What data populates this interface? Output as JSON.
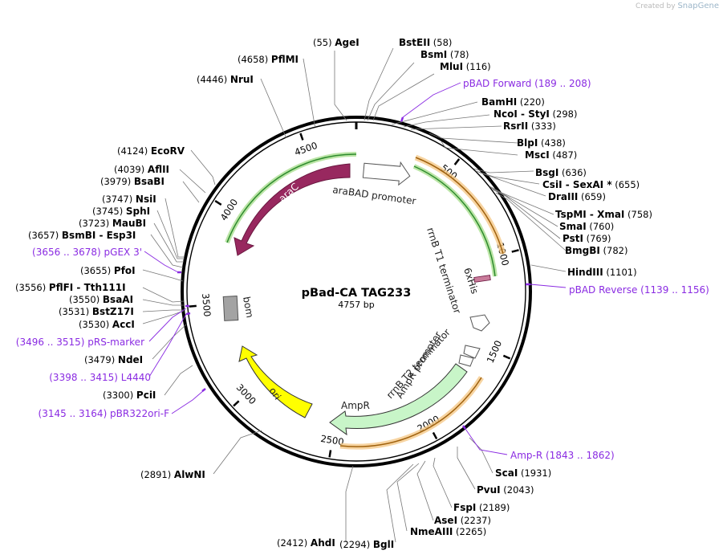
{
  "watermark": {
    "created_by": "Created by",
    "brand": "SnapGene"
  },
  "plasmid": {
    "name": "pBad-CA TAG233",
    "length_label": "4757 bp",
    "length": 4757
  },
  "scale_ticks": [
    "500",
    "1000",
    "1500",
    "2000",
    "2500",
    "3000",
    "3500",
    "4000",
    "4500"
  ],
  "features": [
    {
      "name": "araC",
      "color": "#98285f",
      "label": "araC"
    },
    {
      "name": "araBAD promoter",
      "color": "#ffffff",
      "label": "araBAD promoter"
    },
    {
      "name": "rrnB T1 terminator",
      "color": "#ffffff",
      "label": "rrnB T1 terminator"
    },
    {
      "name": "6xHis",
      "color": "#c97b9a",
      "label": "6xHis"
    },
    {
      "name": "rrnB T2 terminator",
      "color": "#ffffff",
      "label": "rrnB T2 terminator"
    },
    {
      "name": "AmpR promoter",
      "color": "#ffffff",
      "label": "AmpR promoter"
    },
    {
      "name": "AmpR",
      "color": "#c8f5c8",
      "label": "AmpR"
    },
    {
      "name": "ori",
      "color": "#ffff00",
      "label": "ori"
    },
    {
      "name": "bom",
      "color": "#9e9e9e",
      "label": "bom"
    }
  ],
  "sites": [
    {
      "name": "AgeI",
      "pos": "(55)"
    },
    {
      "name": "BstEII",
      "pos": "(58)"
    },
    {
      "name": "BsmI",
      "pos": "(78)"
    },
    {
      "name": "MluI",
      "pos": "(116)"
    },
    {
      "name": "BamHI",
      "pos": "(220)"
    },
    {
      "name": "NcoI",
      "name2": "StyI",
      "pos": "(298)"
    },
    {
      "name": "RsrII",
      "pos": "(333)"
    },
    {
      "name": "BlpI",
      "pos": "(438)"
    },
    {
      "name": "MscI",
      "pos": "(487)"
    },
    {
      "name": "BsgI",
      "pos": "(636)"
    },
    {
      "name": "CsiI",
      "name2": "SexAI *",
      "pos": "(655)"
    },
    {
      "name": "DraIII",
      "pos": "(659)"
    },
    {
      "name": "TspMI",
      "name2": "XmaI",
      "pos": "(758)"
    },
    {
      "name": "SmaI",
      "pos": "(760)"
    },
    {
      "name": "PstI",
      "pos": "(769)"
    },
    {
      "name": "BmgBI",
      "pos": "(782)"
    },
    {
      "name": "HindIII",
      "pos": "(1101)"
    },
    {
      "name": "ScaI",
      "pos": "(1931)"
    },
    {
      "name": "PvuI",
      "pos": "(2043)"
    },
    {
      "name": "FspI",
      "pos": "(2189)"
    },
    {
      "name": "AseI",
      "pos": "(2237)"
    },
    {
      "name": "NmeAIII",
      "pos": "(2265)"
    },
    {
      "name": "BglI",
      "pos": "(2294)"
    },
    {
      "name": "AhdI",
      "pos": "(2412)"
    },
    {
      "name": "AlwNI",
      "pos": "(2891)"
    },
    {
      "name": "PciI",
      "pos": "(3300)"
    },
    {
      "name": "NdeI",
      "pos": "(3479)"
    },
    {
      "name": "AccI",
      "pos": "(3530)"
    },
    {
      "name": "BstZ17I",
      "pos": "(3531)"
    },
    {
      "name": "BsaAI",
      "pos": "(3550)"
    },
    {
      "name": "PflFI",
      "name2": "Tth111I",
      "pos": "(3556)"
    },
    {
      "name": "PfoI",
      "pos": "(3655)"
    },
    {
      "name": "BsmBI",
      "name2": "Esp3I",
      "pos": "(3657)"
    },
    {
      "name": "MauBI",
      "pos": "(3723)"
    },
    {
      "name": "SphI",
      "pos": "(3745)"
    },
    {
      "name": "NsiI",
      "pos": "(3747)"
    },
    {
      "name": "BsaBI",
      "pos": "(3979)"
    },
    {
      "name": "AflII",
      "pos": "(4039)"
    },
    {
      "name": "EcoRV",
      "pos": "(4124)"
    },
    {
      "name": "NruI",
      "pos": "(4446)"
    },
    {
      "name": "PflMI",
      "pos": "(4658)"
    }
  ],
  "primers": [
    {
      "name": "pBAD Forward",
      "range": "(189 .. 208)"
    },
    {
      "name": "pBAD Reverse",
      "range": "(1139 .. 1156)"
    },
    {
      "name": "Amp-R",
      "range": "(1843 .. 1862)"
    },
    {
      "name": "pBR322ori-F",
      "range": "(3145 .. 3164)"
    },
    {
      "name": "L4440",
      "range": "(3398 .. 3415)"
    },
    {
      "name": "pRS-marker",
      "range": "(3496 .. 3515)"
    },
    {
      "name": "pGEX 3'",
      "range": "(3656 .. 3678)"
    }
  ]
}
